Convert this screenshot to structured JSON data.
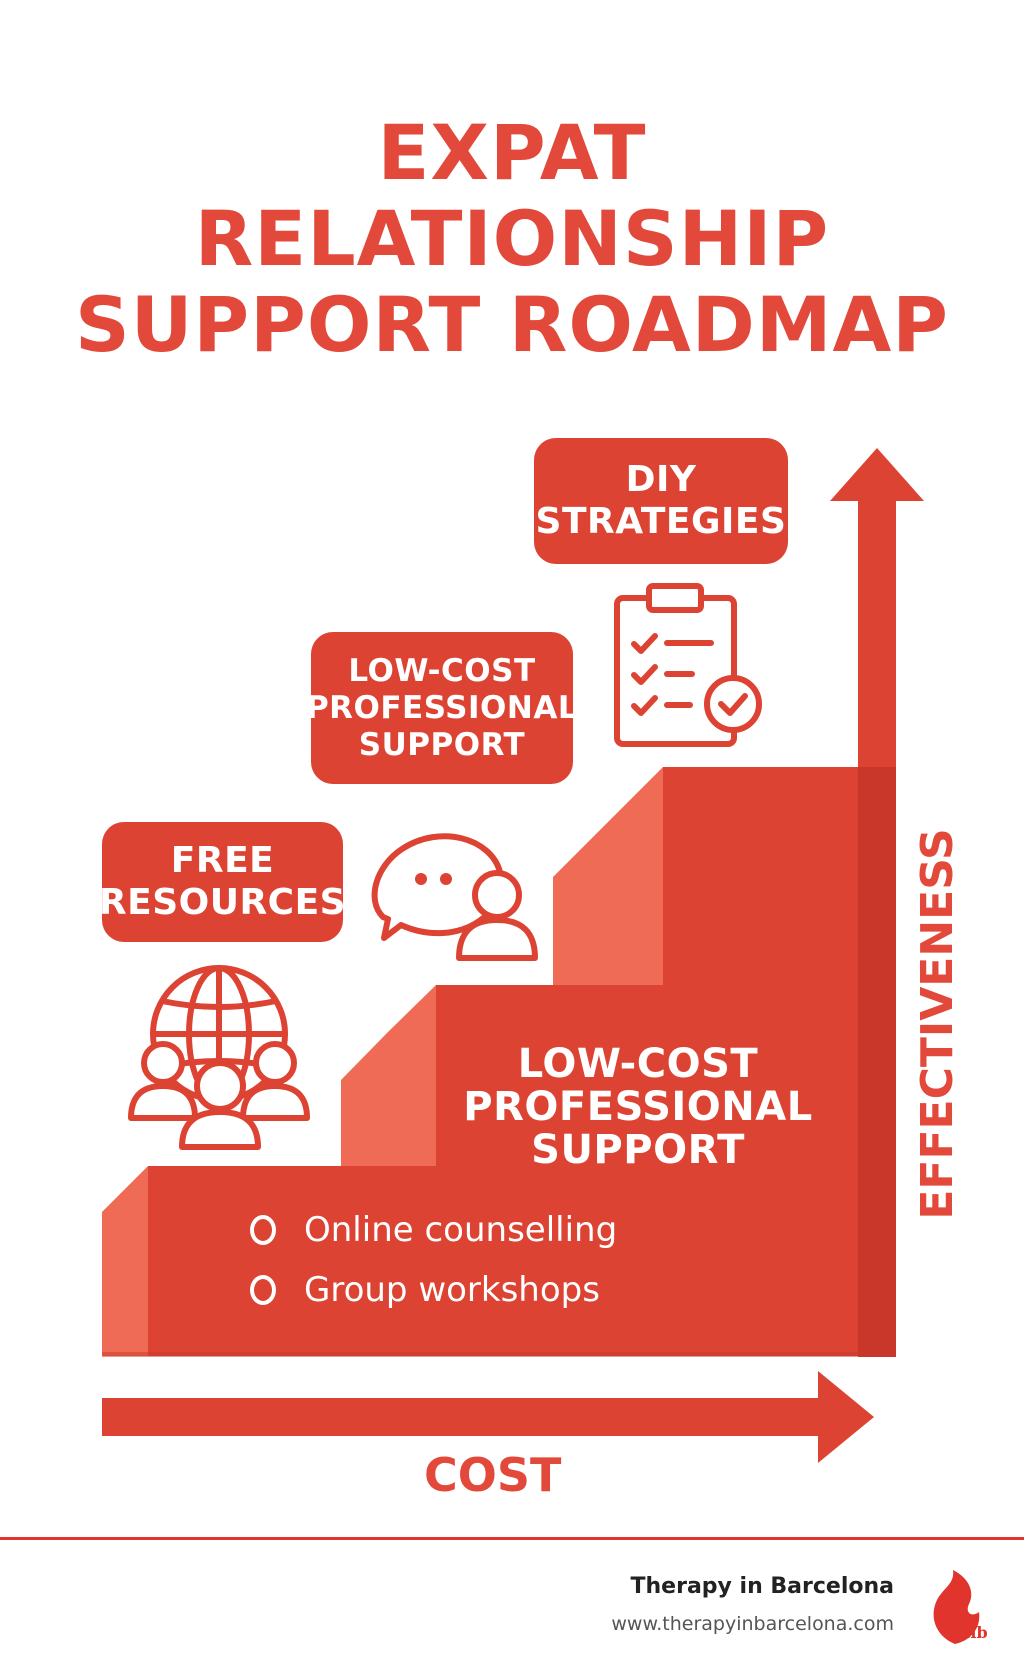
{
  "title": {
    "line1": "EXPAT",
    "line2": "RELATIONSHIP",
    "line3": "SUPPORT ROADMAP"
  },
  "levels": [
    {
      "line1": "FREE",
      "line2": "RESOURCES",
      "icon": "globe-people-icon"
    },
    {
      "line1": "LOW-COST",
      "line2": "PROFESSIONAL",
      "line3": "SUPPORT",
      "icon": "chat-person-icon"
    },
    {
      "line1": "DIY",
      "line2": "STRATEGIES",
      "icon": "clipboard-checklist-icon"
    }
  ],
  "staircase": {
    "title_line1": "LOW-COST",
    "title_line2": "PROFESSIONAL",
    "title_line3": "SUPPORT",
    "bullets": [
      "Online counselling",
      "Group workshops"
    ]
  },
  "axes": {
    "x_label": "COST",
    "y_label": "EFFECTIVENESS"
  },
  "footer": {
    "brand_name": "Therapy in Barcelona",
    "url": "www.therapyinbarcelona.com",
    "logo_text": "tib"
  },
  "colors": {
    "primary": "#dd4333",
    "light": "#ef6b56",
    "dark": "#c9372a",
    "footer_line": "#e0342c"
  }
}
